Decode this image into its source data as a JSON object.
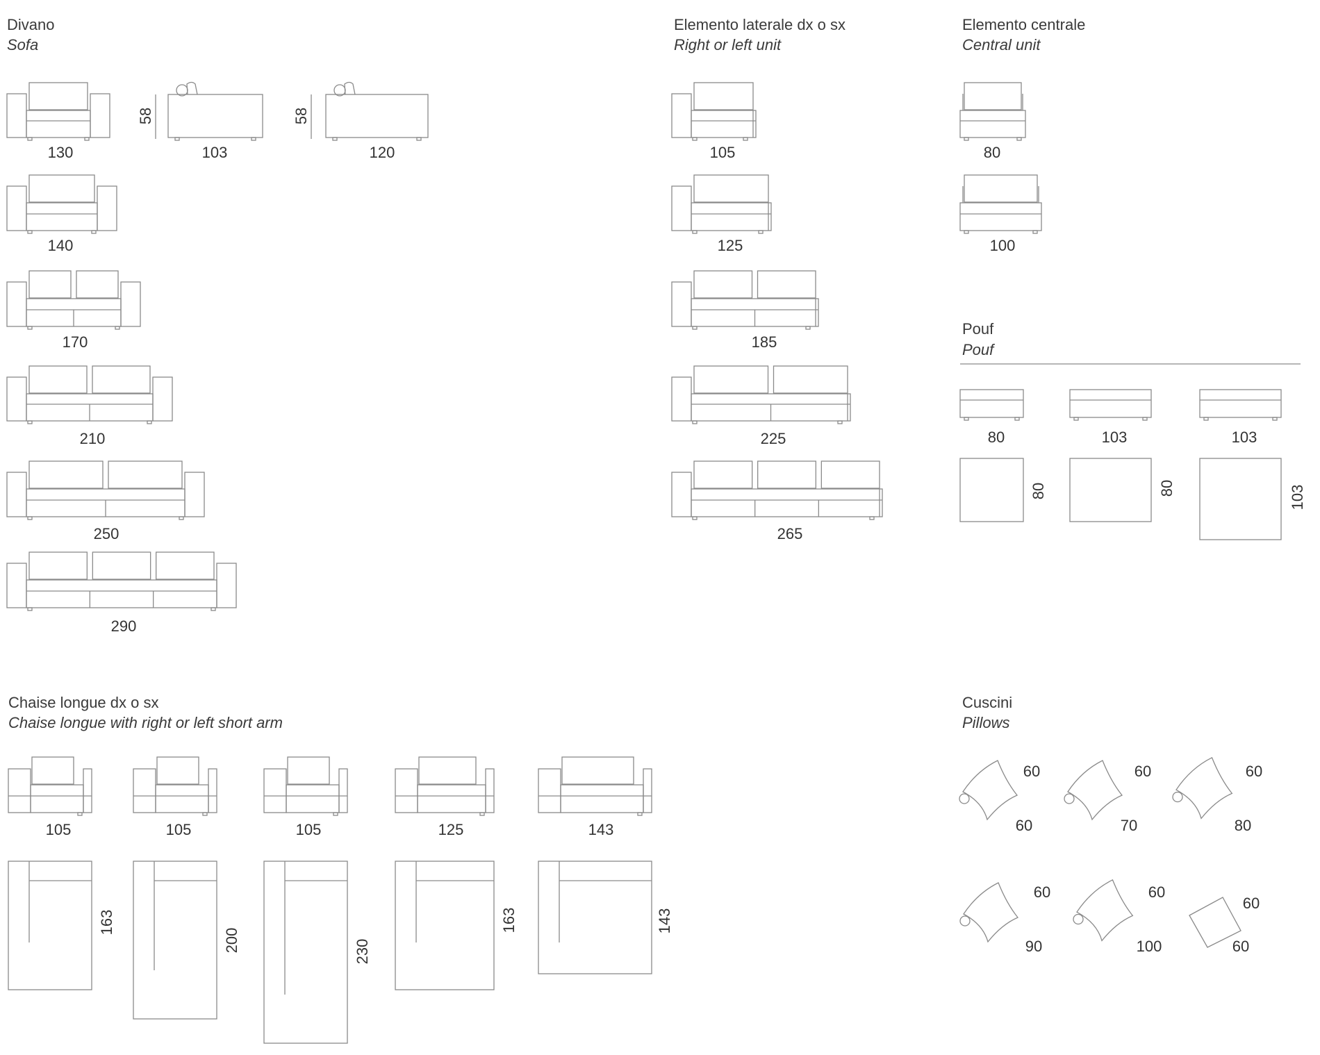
{
  "sections": {
    "sofa": {
      "title": "Divano",
      "subtitle": "Sofa"
    },
    "lateral": {
      "title": "Elemento laterale dx o sx",
      "subtitle": "Right or left unit"
    },
    "central": {
      "title": "Elemento centrale",
      "subtitle": "Central unit"
    },
    "pouf": {
      "title": "Pouf",
      "subtitle": "Pouf"
    },
    "chaise": {
      "title": "Chaise longue dx o sx",
      "subtitle": "Chaise longue with right or left short arm"
    },
    "pillows": {
      "title": "Cuscini",
      "subtitle": "Pillows"
    }
  },
  "sofa": {
    "widths": [
      "130",
      "140",
      "170",
      "210",
      "250",
      "290"
    ],
    "side_height": "58",
    "side_depths": [
      "103",
      "120"
    ]
  },
  "lateral": {
    "widths": [
      "105",
      "125",
      "185",
      "225",
      "265"
    ]
  },
  "central": {
    "widths": [
      "80",
      "100"
    ]
  },
  "pouf": {
    "widths": [
      "80",
      "103",
      "103"
    ],
    "depths": [
      "80",
      "80",
      "103"
    ]
  },
  "chaise": {
    "widths": [
      "105",
      "105",
      "105",
      "125",
      "143"
    ],
    "depths": [
      "163",
      "200",
      "230",
      "163",
      "143"
    ]
  },
  "pillows": {
    "items": [
      {
        "a": "60",
        "b": "60"
      },
      {
        "a": "60",
        "b": "70"
      },
      {
        "a": "60",
        "b": "80"
      },
      {
        "a": "60",
        "b": "90"
      },
      {
        "a": "60",
        "b": "100"
      },
      {
        "a": "60",
        "b": "60"
      }
    ]
  }
}
